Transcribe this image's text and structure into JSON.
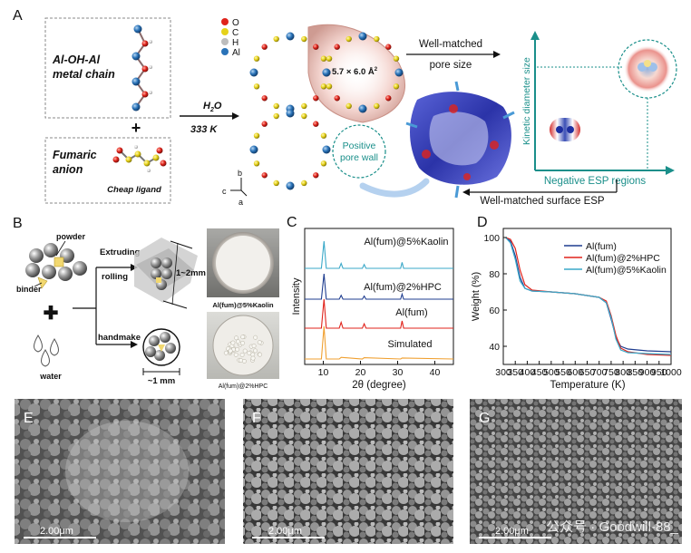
{
  "panels": {
    "a": "A",
    "b": "B",
    "c": "C",
    "d": "D",
    "e": "E",
    "f": "F",
    "g": "G"
  },
  "panel_a": {
    "chain_label_1": "Al-OH-Al",
    "chain_label_2": "metal chain",
    "plus": "+",
    "anion_label_1": "Fumaric",
    "anion_label_2": "anion",
    "cheap_ligand": "Cheap ligand",
    "legend": [
      {
        "label": "O",
        "color": "#e0231b"
      },
      {
        "label": "C",
        "color": "#e6d21a"
      },
      {
        "label": "H",
        "color": "#bdbdbd"
      },
      {
        "label": "Al",
        "color": "#2a73b8"
      }
    ],
    "arrow_top": "H",
    "arrow_top_sub": "2",
    "arrow_top_end": "O",
    "arrow_bottom": "333 K",
    "pore_dim": "5.7 × 6.0 Å",
    "pore_dim_sup": "2",
    "positive_1": "Positive",
    "positive_2": "pore wall",
    "axis_b": "b",
    "axis_c": "c",
    "axis_a": "a",
    "well_matched_1": "Well-matched",
    "well_matched_2": "pore size",
    "ylabel": "Kinetic diameter size",
    "xlabel": "Negative ESP regions",
    "bottom_label": "Well-matched surface ESP",
    "colors": {
      "teal": "#1a8f8a",
      "ylabel": "#1a8f8a"
    }
  },
  "panel_b": {
    "powder": "powder",
    "binder": "binder",
    "water": "water",
    "extruding": "Extruding",
    "rolling": "rolling",
    "handmake": "handmake",
    "size_big": "1~2mm",
    "size_small": "~1 mm",
    "photo_top": "Al(fum)@5%Kaolin",
    "photo_bottom": "Al(fum)@2%HPC"
  },
  "chart_data": [
    {
      "type": "line",
      "title": "",
      "xlabel": "2θ (degree)",
      "ylabel": "Intensity",
      "xlim": [
        5,
        45
      ],
      "xticks": [
        10,
        20,
        30,
        40
      ],
      "series": [
        {
          "name": "Simulated",
          "color": "#f0a030",
          "x": [
            5,
            9.5,
            10.2,
            10.8,
            14.3,
            14.8,
            20.5,
            21,
            30.8,
            31.2,
            45
          ],
          "y": [
            0,
            0,
            1.0,
            0,
            0,
            0.05,
            0,
            0.04,
            0,
            0.03,
            0
          ]
        },
        {
          "name": "Al(fum)",
          "color": "#e0231b",
          "x": [
            5,
            9.5,
            10.2,
            10.8,
            14.3,
            14.8,
            15.3,
            20.5,
            21,
            21.5,
            30.8,
            31.2,
            31.6,
            45
          ],
          "y": [
            0,
            0,
            1.0,
            0,
            0,
            0.2,
            0,
            0,
            0.15,
            0,
            0,
            0.25,
            0,
            0
          ]
        },
        {
          "name": "Al(fum)@2%HPC",
          "color": "#1f3d8f",
          "x": [
            5,
            9.5,
            10.2,
            10.8,
            14.3,
            14.8,
            15.3,
            20.5,
            21,
            21.5,
            30.8,
            31.2,
            31.6,
            45
          ],
          "y": [
            0,
            0,
            1.0,
            0,
            0,
            0.15,
            0,
            0,
            0.12,
            0,
            0,
            0.2,
            0,
            0
          ]
        },
        {
          "name": "Al(fum)@5%Kaolin",
          "color": "#3aa8c8",
          "x": [
            5,
            9.5,
            10.2,
            10.8,
            14.3,
            14.8,
            15.3,
            20.5,
            21,
            21.5,
            30.8,
            31.2,
            31.6,
            45
          ],
          "y": [
            0,
            0,
            1.0,
            0,
            0,
            0.18,
            0,
            0,
            0.14,
            0,
            0,
            0.22,
            0,
            0
          ]
        }
      ]
    },
    {
      "type": "line",
      "title": "",
      "xlabel": "Temperature (K)",
      "ylabel": "Weight (%)",
      "xlim": [
        300,
        1000
      ],
      "ylim": [
        30,
        105
      ],
      "xticks": [
        300,
        350,
        400,
        450,
        500,
        550,
        600,
        650,
        700,
        750,
        800,
        850,
        900,
        950,
        1000
      ],
      "yticks": [
        40,
        60,
        80,
        100
      ],
      "legend_position": "top-right",
      "series": [
        {
          "name": "Al(fum)",
          "color": "#1f3d8f",
          "x": [
            310,
            330,
            350,
            370,
            390,
            420,
            500,
            600,
            700,
            730,
            750,
            770,
            790,
            820,
            900,
            1000
          ],
          "y": [
            100,
            98,
            90,
            78,
            72,
            70.5,
            70,
            69,
            67,
            64,
            55,
            45,
            40,
            38.5,
            37.5,
            37
          ]
        },
        {
          "name": "Al(fum)@2%HPC",
          "color": "#e0231b",
          "x": [
            310,
            330,
            350,
            370,
            390,
            420,
            500,
            600,
            700,
            730,
            750,
            770,
            790,
            820,
            900,
            1000
          ],
          "y": [
            100,
            99,
            94,
            82,
            74,
            71,
            70,
            69,
            67,
            65,
            57,
            46,
            39,
            37,
            35.5,
            35
          ]
        },
        {
          "name": "Al(fum)@5%Kaolin",
          "color": "#3aa8c8",
          "x": [
            310,
            330,
            350,
            370,
            390,
            420,
            500,
            600,
            700,
            730,
            750,
            770,
            790,
            820,
            900,
            1000
          ],
          "y": [
            100,
            97,
            88,
            76,
            72,
            70.5,
            70,
            69,
            67,
            64,
            56,
            44,
            38,
            36.5,
            36,
            35.5
          ]
        }
      ]
    }
  ],
  "sem": {
    "scale_e": "2.00μm",
    "scale_f": "2.00μm",
    "scale_g": "2.00μm",
    "watermark": "公众号 · Goodwill-88_"
  }
}
